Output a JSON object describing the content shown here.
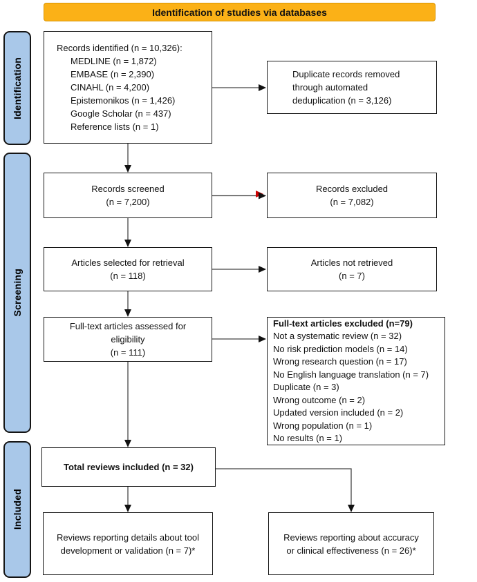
{
  "header": {
    "title": "Identification of studies via databases"
  },
  "colors": {
    "header_bg": "#FBB117",
    "sidebar_bg": "#A9C8E9",
    "arrow_red": "#cc0000",
    "line": "#444444"
  },
  "sidebar": {
    "stages": [
      {
        "label": "Identification"
      },
      {
        "label": "Screening"
      },
      {
        "label": "Included"
      }
    ]
  },
  "boxes": {
    "records_identified": {
      "title": "Records identified (n = 10,326):",
      "sources": [
        "MEDLINE (n = 1,872)",
        "EMBASE (n = 2,390)",
        "CINAHL (n = 4,200)",
        "Epistemonikos (n = 1,426)",
        "Google Scholar (n = 437)",
        "Reference lists (n = 1)"
      ]
    },
    "duplicates_removed": {
      "text": "Duplicate records removed through automated deduplication (n = 3,126)"
    },
    "records_screened": {
      "label": "Records screened",
      "count": "(n = 7,200)"
    },
    "records_excluded": {
      "label": "Records excluded",
      "count": "(n = 7,082)"
    },
    "articles_selected": {
      "label": "Articles selected for retrieval",
      "count": "(n = 118)"
    },
    "articles_not_retrieved": {
      "label": "Articles not retrieved",
      "count": "(n = 7)"
    },
    "fulltext_assessed": {
      "label": "Full-text articles assessed for eligibility",
      "count": "(n = 111)"
    },
    "fulltext_excluded": {
      "title": "Full-text articles excluded (n=79)",
      "reasons": [
        "Not a systematic review (n = 32)",
        "No risk prediction models (n = 14)",
        "Wrong research question (n = 17)",
        "No English language translation (n = 7)",
        "Duplicate (n = 3)",
        "Wrong outcome (n = 2)",
        "Updated version included (n = 2)",
        "Wrong population (n = 1)",
        "No results (n = 1)"
      ]
    },
    "total_included": {
      "label": "Total reviews included (n = 32)"
    },
    "development_reviews": {
      "text": "Reviews reporting details about tool development or validation (n = 7)*"
    },
    "effectiveness_reviews": {
      "text": "Reviews reporting about accuracy or clinical effectiveness (n = 26)*"
    }
  }
}
